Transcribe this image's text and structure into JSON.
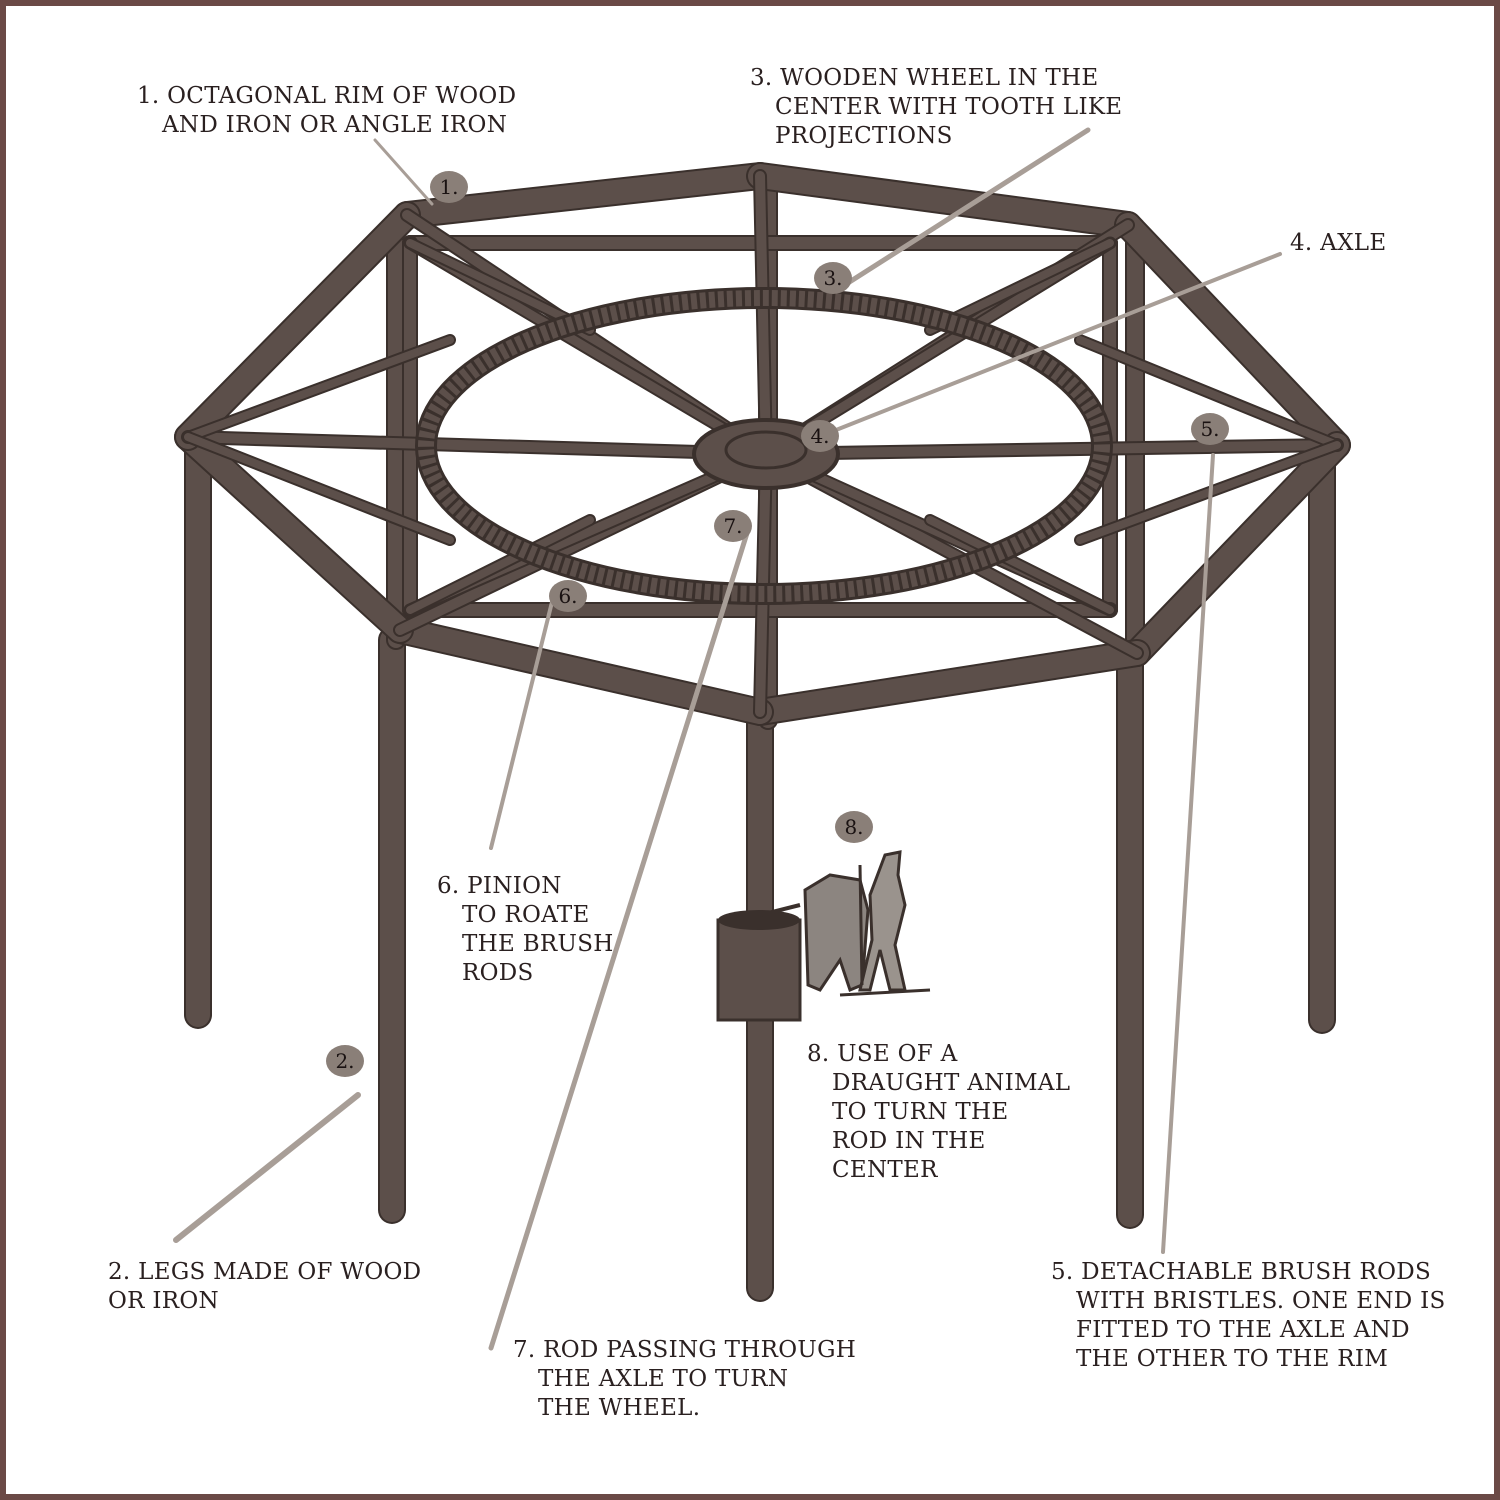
{
  "colors": {
    "frame": "#6b4a46",
    "wood": "#5c4f4a",
    "wood_dark": "#3a302c",
    "leader": "#a89e97",
    "marker": "#8a7f78"
  },
  "labels": [
    {
      "id": "1",
      "marker": "1.",
      "lines": [
        "1. OCTAGONAL RIM OF WOOD",
        "AND IRON OR ANGLE IRON"
      ]
    },
    {
      "id": "2",
      "marker": "2.",
      "lines": [
        "2. LEGS MADE OF WOOD",
        "OR IRON"
      ]
    },
    {
      "id": "3",
      "marker": "3.",
      "lines": [
        "3. WOODEN WHEEL IN THE",
        "CENTER WITH TOOTH LIKE",
        "PROJECTIONS"
      ]
    },
    {
      "id": "4",
      "marker": "4.",
      "lines": [
        "4. AXLE"
      ]
    },
    {
      "id": "5",
      "marker": "5.",
      "lines": [
        "5. DETACHABLE BRUSH RODS",
        "WITH BRISTLES. ONE END IS",
        "FITTED TO THE AXLE  AND",
        "THE OTHER TO THE RIM"
      ]
    },
    {
      "id": "6",
      "marker": "6.",
      "lines": [
        "6. PINION",
        "TO ROATE",
        "THE BRUSH",
        "RODS"
      ]
    },
    {
      "id": "7",
      "marker": "7.",
      "lines": [
        "7. ROD PASSING THROUGH",
        "THE AXLE TO TURN",
        "THE WHEEL."
      ]
    },
    {
      "id": "8",
      "marker": "8.",
      "lines": [
        "8. USE OF A",
        "DRAUGHT ANIMAL",
        "TO TURN THE",
        "ROD IN THE",
        "CENTER"
      ]
    }
  ]
}
